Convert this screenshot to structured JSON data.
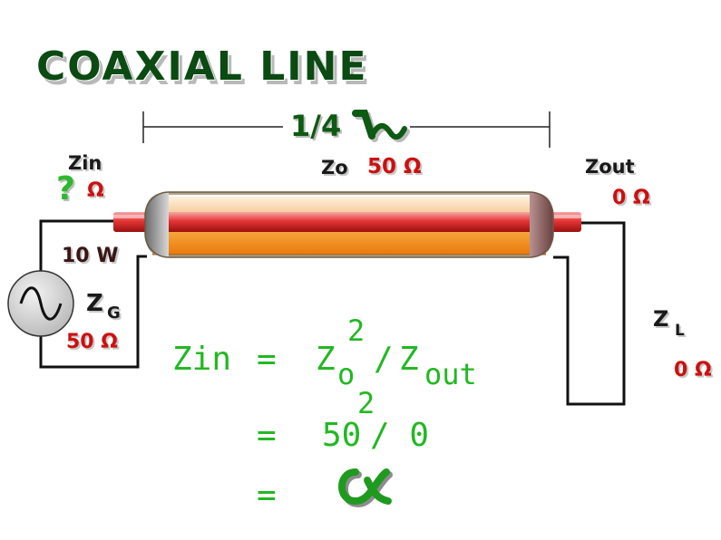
{
  "title": "COAXIAL LINE",
  "length_label": "1/4",
  "labels": {
    "zin": "Zin",
    "zin_value": "?",
    "zin_unit": "Ω",
    "zo": "Zo",
    "zo_value": "50 Ω",
    "zout": "Zout",
    "zout_value": "0 Ω",
    "power": "10 W",
    "zg_main": "Z",
    "zg_sub": "G",
    "zg_value": "50 Ω",
    "zl_main": "Z",
    "zl_sub": "L",
    "zl_value": "0 Ω"
  },
  "equation": {
    "lhs": "Zin",
    "equals": "=",
    "line1_z": "Z",
    "line1_sub": "o",
    "line1_exp": "2",
    "line1_slash": "/",
    "line1_z2": "Z",
    "line1_sub2": "out",
    "line2_base": "50",
    "line2_exp": "2",
    "line2_rest": "/ 0",
    "line3_result": "∝"
  },
  "colors": {
    "title": "#0b4a12",
    "label_red": "#cc1010",
    "equation_green": "#22b822",
    "inner_conductor": "#e03030",
    "dielectric_top": "#fbe3bf",
    "dielectric_bottom": "#f4921e",
    "wire": "#111111"
  }
}
